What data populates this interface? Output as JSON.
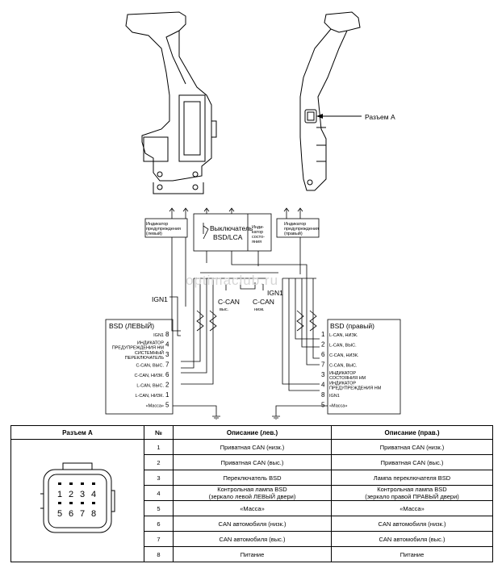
{
  "watermark": "optimaclub.ru",
  "connector_callout": "Разъем А",
  "top_switch": {
    "line1": "Выключатель",
    "line2": "BSD/LCA"
  },
  "top_indicator": {
    "l1": "Инди-",
    "l2": "катор",
    "l3": "состо-",
    "l4": "яния"
  },
  "warn_left": {
    "l1": "Индикатор",
    "l2": "предупреждения",
    "l3": "(левый)"
  },
  "warn_right": {
    "l1": "Индикатор",
    "l2": "предупреждения",
    "l3": "(правый)"
  },
  "ign1_left": "IGN1",
  "ign1_center": "IGN1",
  "ccan_high": {
    "l1": "C-CAN",
    "l2": "выс."
  },
  "ccan_low": {
    "l1": "C-CAN",
    "l2": "низк."
  },
  "bsd_left": {
    "title": "BSD (ЛЕВЫЙ)",
    "pins": [
      {
        "pin": "8",
        "label": [
          "IGN1"
        ]
      },
      {
        "pin": "4",
        "label": [
          "ИНДИКАТОР",
          "ПРЕДУПРЕЖДЕНИЯ НМ"
        ]
      },
      {
        "pin": "3",
        "label": [
          "СИСТЕМНЫЙ",
          "ПЕРЕКЛЮЧАТЕЛЬ"
        ]
      },
      {
        "pin": "7",
        "label": [
          "C-CAN, ВЫС."
        ]
      },
      {
        "pin": "6",
        "label": [
          "C-CAN, НИЗК."
        ]
      },
      {
        "pin": "2",
        "label": [
          "L-CAN, ВЫС."
        ]
      },
      {
        "pin": "1",
        "label": [
          "L-CAN, НИЗК."
        ]
      },
      {
        "pin": "5",
        "label": [
          "«Масса»"
        ]
      }
    ]
  },
  "bsd_right": {
    "title": "BSD (правый)",
    "pins": [
      {
        "pin": "1",
        "label": [
          "L-CAN, НИЗК."
        ]
      },
      {
        "pin": "2",
        "label": [
          "L-CAN, ВЫС."
        ]
      },
      {
        "pin": "6",
        "label": [
          "C-CAN, НИЗК."
        ]
      },
      {
        "pin": "7",
        "label": [
          "C-CAN, ВЫС."
        ]
      },
      {
        "pin": "3",
        "label": [
          "ИНДИКАТОР",
          "СОСТОЯНИЯ НМ"
        ]
      },
      {
        "pin": "4",
        "label": [
          "ИНДИКАТОР",
          "ПРЕДУПРЕЖДЕНИЯ НМ"
        ]
      },
      {
        "pin": "8",
        "label": [
          "IGN1"
        ]
      },
      {
        "pin": "5",
        "label": [
          "«Масса»"
        ]
      }
    ]
  },
  "connector_pins": {
    "top": [
      "1",
      "2",
      "3",
      "4"
    ],
    "bottom": [
      "5",
      "6",
      "7",
      "8"
    ]
  },
  "table": {
    "headers": [
      "Разъем А",
      "№",
      "Описание (лев.)",
      "Описание (прав.)"
    ],
    "rows": [
      {
        "no": "1",
        "left": [
          "Приватная CAN (низк.)"
        ],
        "right": [
          "Приватная CAN (низк.)"
        ]
      },
      {
        "no": "2",
        "left": [
          "Приватная CAN (выс.)"
        ],
        "right": [
          "Приватная CAN (выс.)"
        ]
      },
      {
        "no": "3",
        "left": [
          "Переключатель BSD"
        ],
        "right": [
          "Лампа переключателя BSD"
        ]
      },
      {
        "no": "4",
        "left": [
          "Контрольная лампа BSD",
          "(зеркало левой ЛЕВЫЙ двери)"
        ],
        "right": [
          "Контрольная лампа BSD",
          "(зеркало правой ПРАВЫЙ двери)"
        ]
      },
      {
        "no": "5",
        "left": [
          "«Масса»"
        ],
        "right": [
          "«Масса»"
        ]
      },
      {
        "no": "6",
        "left": [
          "CAN автомобиля (низк.)"
        ],
        "right": [
          "CAN автомобиля (низк.)"
        ]
      },
      {
        "no": "7",
        "left": [
          "CAN автомобиля (выс.)"
        ],
        "right": [
          "CAN автомобиля (выс.)"
        ]
      },
      {
        "no": "8",
        "left": [
          "Питание"
        ],
        "right": [
          "Питание"
        ]
      }
    ]
  }
}
